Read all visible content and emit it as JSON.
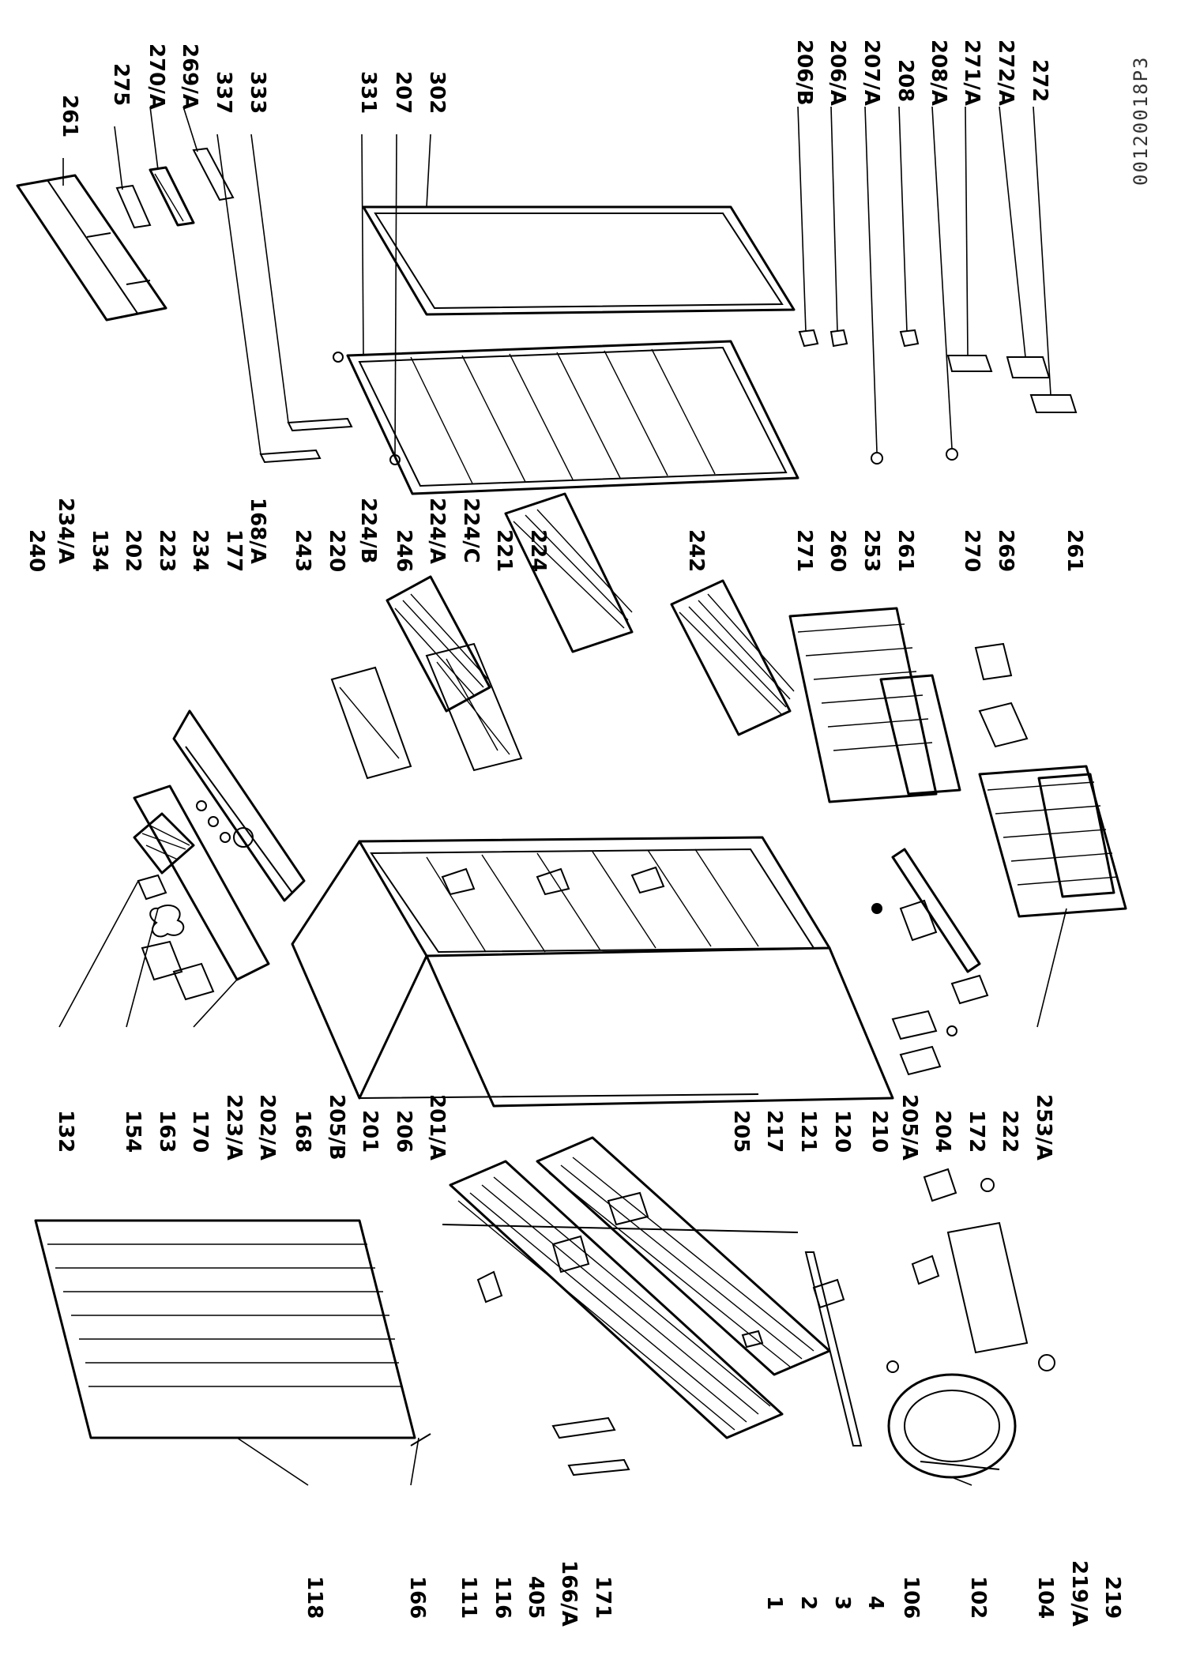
{
  "diagram": {
    "reference_code": "00120018P3",
    "labels_top_right": [
      "206/B",
      "206/A",
      "207/A",
      "208",
      "208/A",
      "271/A",
      "272/A",
      "272"
    ],
    "labels_top_left": [
      "261",
      "275",
      "270/A",
      "269/A",
      "337",
      "333",
      "331",
      "207",
      "302"
    ],
    "labels_middle_top": [
      "240",
      "234/A",
      "134",
      "202",
      "223",
      "234",
      "177",
      "168/A",
      "243",
      "220",
      "224/B",
      "246",
      "224/A",
      "224/C",
      "221",
      "224",
      "242",
      "271",
      "260",
      "253",
      "261",
      "270",
      "269",
      "261"
    ],
    "labels_middle_bottom": [
      "132",
      "154",
      "163",
      "170",
      "223/A",
      "202/A",
      "168",
      "205/B",
      "201",
      "206",
      "201/A",
      "205",
      "217",
      "121",
      "120",
      "210",
      "205/A",
      "204",
      "172",
      "222",
      "253/A"
    ],
    "labels_bottom": [
      "118",
      "166",
      "111",
      "116",
      "405",
      "166/A",
      "171",
      "1",
      "2",
      "3",
      "4",
      "106",
      "102",
      "104",
      "219/A",
      "219"
    ]
  }
}
